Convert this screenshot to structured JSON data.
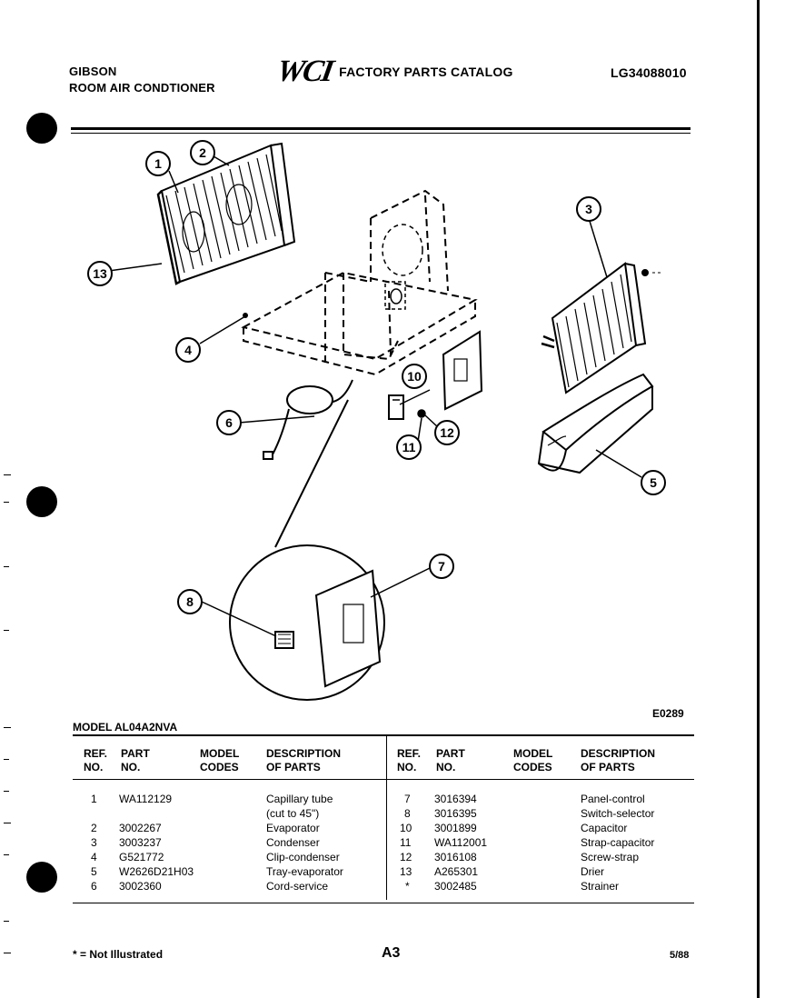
{
  "header": {
    "brand_line1": "GIBSON",
    "brand_line2": "ROOM AIR CONDTIONER",
    "logo_text": "WCI",
    "catalog_title": "FACTORY PARTS CATALOG",
    "catalog_code": "LG34088010"
  },
  "diagram": {
    "figure_code": "E0289",
    "callouts": [
      "1",
      "2",
      "3",
      "4",
      "5",
      "6",
      "7",
      "8",
      "10",
      "11",
      "12",
      "13"
    ]
  },
  "model_label": "MODEL AL04A2NVA",
  "table": {
    "headers_left": {
      "ref": "REF.\nNO.",
      "part": "PART\nNO.",
      "codes": "MODEL\nCODES",
      "desc": "DESCRIPTION\nOF PARTS"
    },
    "headers_right": {
      "ref": "REF.\nNO.",
      "part": "PART\nNO.",
      "codes": "MODEL\nCODES",
      "desc": "DESCRIPTION\nOF PARTS"
    },
    "left_rows": [
      {
        "ref": "1",
        "part": "WA112129",
        "desc": "Capillary tube"
      },
      {
        "ref": "",
        "part": "",
        "desc": "(cut to 45\")"
      },
      {
        "ref": "2",
        "part": "3002267",
        "desc": "Evaporator"
      },
      {
        "ref": "3",
        "part": "3003237",
        "desc": "Condenser"
      },
      {
        "ref": "4",
        "part": "G521772",
        "desc": "Clip-condenser"
      },
      {
        "ref": "5",
        "part": "W2626D21H03",
        "desc": "Tray-evaporator"
      },
      {
        "ref": "6",
        "part": "3002360",
        "desc": "Cord-service"
      }
    ],
    "right_rows": [
      {
        "ref": "7",
        "part": "3016394",
        "desc": "Panel-control"
      },
      {
        "ref": "8",
        "part": "3016395",
        "desc": "Switch-selector"
      },
      {
        "ref": "10",
        "part": "3001899",
        "desc": "Capacitor"
      },
      {
        "ref": "11",
        "part": "WA112001",
        "desc": "Strap-capacitor"
      },
      {
        "ref": "12",
        "part": "3016108",
        "desc": "Screw-strap"
      },
      {
        "ref": "13",
        "part": "A265301",
        "desc": "Drier"
      },
      {
        "ref": "*",
        "part": "3002485",
        "desc": "Strainer"
      }
    ]
  },
  "footer": {
    "note": "* = Not Illustrated",
    "page": "A3",
    "date": "5/88"
  }
}
